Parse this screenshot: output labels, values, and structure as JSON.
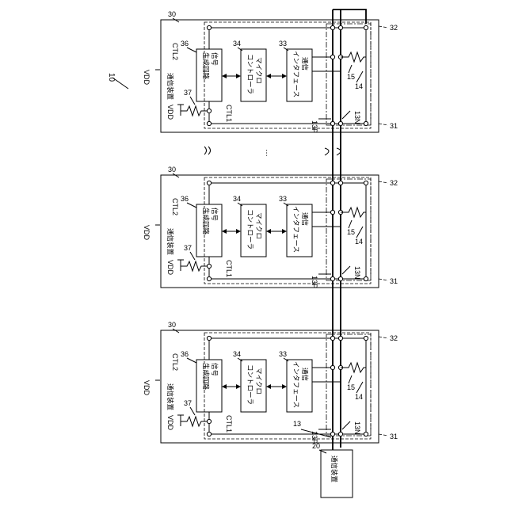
{
  "labels": {
    "system": "10",
    "bus": "13",
    "bus_p": "13P",
    "bus_n": "13N",
    "wire14": "14",
    "wire15": "15",
    "host": "20",
    "unit": "30",
    "port_left": "31",
    "port_right": "32",
    "iface_ref": "33",
    "mcu_ref": "34",
    "gen_ref": "36",
    "pull_ref": "37",
    "vdd": "VDD",
    "ctl1": "CTL1",
    "ctl2": "CTL2",
    "device": "通信装置",
    "iface_line1": "通信",
    "iface_line2": "インタフェース",
    "mcu_line1": "マイクロ",
    "mcu_line2": "コントローラ",
    "gen_line1": "信号",
    "gen_line2": "生成回路",
    "host_device": "通信装置",
    "ellipsis": "…"
  }
}
